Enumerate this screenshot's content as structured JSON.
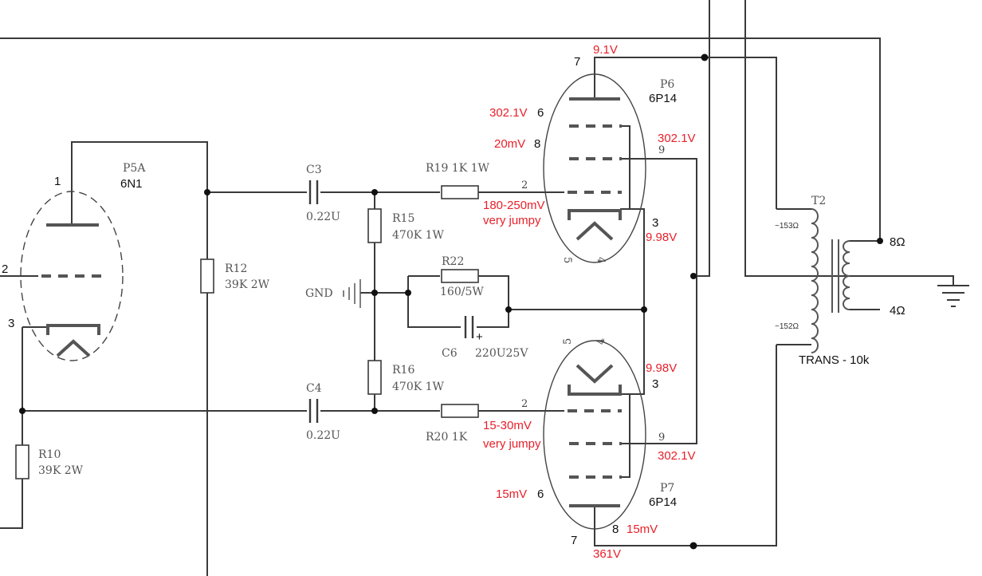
{
  "tubes": {
    "p5a": {
      "ref": "P5A",
      "type": "6N1",
      "pins": {
        "p1": "1",
        "p2": "2",
        "p3": "3"
      }
    },
    "p6": {
      "ref": "P6",
      "type": "6P14",
      "pins": {
        "p7": "7",
        "p6": "6",
        "p8": "8",
        "p9": "9",
        "p2": "2",
        "p3": "3",
        "p5": "5",
        "p4": "4"
      }
    },
    "p7": {
      "ref": "P7",
      "type": "6P14",
      "pins": {
        "p5": "5",
        "p4": "4",
        "p3": "3",
        "p2": "2",
        "p9": "9",
        "p6": "6",
        "p7": "7",
        "p8": "8"
      }
    }
  },
  "components": {
    "c3": {
      "ref": "C3",
      "value": "0.22U"
    },
    "c4": {
      "ref": "C4",
      "value": "0.22U"
    },
    "r19": {
      "label": "R19  1K  1W"
    },
    "r20": {
      "label": "R20  1K"
    },
    "r15": {
      "ref": "R15",
      "value": "470K  1W"
    },
    "r16": {
      "ref": "R16",
      "value": "470K  1W"
    },
    "r22": {
      "ref": "R22",
      "value": "160/5W"
    },
    "c6": {
      "ref": "C6",
      "value": "220U25V",
      "polarity": "+"
    },
    "r12": {
      "ref": "R12",
      "value": "39K  2W"
    },
    "r10": {
      "ref": "R10",
      "value": "39K  2W"
    },
    "gnd": {
      "label": "GND"
    }
  },
  "transformer": {
    "ref": "T2",
    "primary_top": "~153Ω",
    "primary_bottom": "~152Ω",
    "tap_8": "8Ω",
    "tap_4": "4Ω",
    "name": "TRANS - 10k"
  },
  "measurements": {
    "p6_pin7": "9.1V",
    "p6_pin6": "302.1V",
    "p6_pin8": "20mV",
    "p6_pin9": "302.1V",
    "p6_grid_1": "180-250mV",
    "p6_grid_2": "very jumpy",
    "p6_cathode": "9.98V",
    "p7_cathode": "9.98V",
    "p7_grid_1": "15-30mV",
    "p7_grid_2": "very jumpy",
    "p7_pin9": "302.1V",
    "p7_pin6": "15mV",
    "p7_pin8": "15mV",
    "p7_pin7": "361V"
  },
  "colors": {
    "annotation": "#e8202a",
    "wire": "#3a3a3a"
  }
}
